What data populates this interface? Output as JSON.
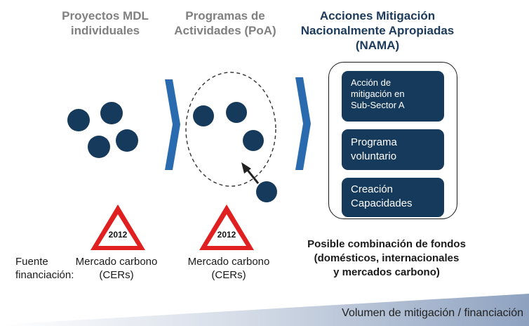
{
  "columns": {
    "cdm": {
      "title_line1": "Proyectos MDL",
      "title_line2": "individuales"
    },
    "poa": {
      "title_line1": "Programas de",
      "title_line2": "Actividades (PoA)"
    },
    "nama": {
      "title_line1": "Acciones Mitigación",
      "title_line2": "Nacionalmente Apropiadas",
      "title_line3": "(NAMA)"
    }
  },
  "nama_actions": [
    {
      "line1": "Acción de",
      "line2": "mitigación en",
      "line3": "Sub-Sector A"
    },
    {
      "line1": "Programa",
      "line2": "voluntario"
    },
    {
      "line1": "Creación",
      "line2": "Capacidades"
    }
  ],
  "warning_sign_text": "2012",
  "funding": {
    "label_line1": "Fuente",
    "label_line2": "financiación:",
    "cdm_line1": "Mercado carbono",
    "cdm_line2": "(CERs)",
    "poa_line1": "Mercado carbono",
    "poa_line2": "(CERs)",
    "nama_line1": "Posible combinación de fondos",
    "nama_line2": "(domésticos, internacionales",
    "nama_line3": "y mercados carbono)"
  },
  "footer": {
    "label": "Volumen de mitigación / financiación"
  },
  "colors": {
    "dot": "#163a5c",
    "chevron": "#2a6bb0",
    "sign_red": "#e02020",
    "title_gray": "#808080",
    "title_blue": "#1b3a5c"
  }
}
